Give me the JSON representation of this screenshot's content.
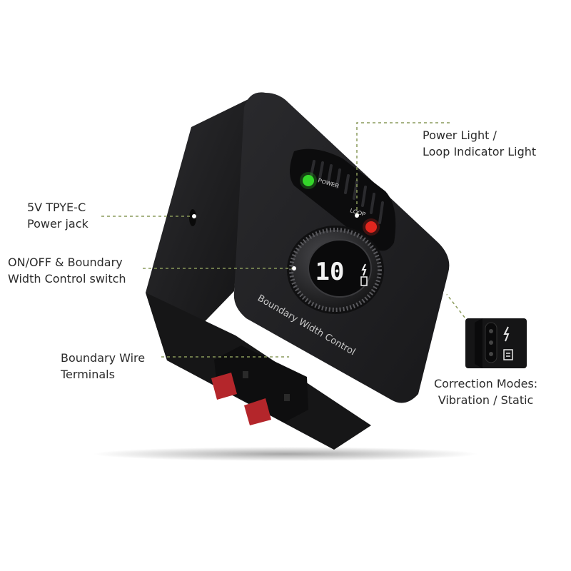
{
  "callouts": {
    "power_jack": {
      "line1": "5V  TPYE-C",
      "line2": "Power jack"
    },
    "switch": {
      "line1": "ON/OFF & Boundary",
      "line2": "Width Control switch"
    },
    "terminals": {
      "line1": "Boundary Wire",
      "line2": "Terminals"
    },
    "indicator": {
      "line1": "Power Light /",
      "line2": "Loop Indicator Light"
    },
    "modes": {
      "line1": "Correction Modes:",
      "line2": "Vibration / Static"
    }
  },
  "device": {
    "panel_text": "Boundary Width Control",
    "power_label": "POWER",
    "loop_label": "LOOP",
    "display_value": "10"
  },
  "colors": {
    "body": "#1c1c1e",
    "face": "#232325",
    "leader_line": "#8a9a5b",
    "power_led": "#35d62a",
    "loop_led": "#e0261e",
    "terminal": "#b4262b"
  },
  "icons": [
    "lightning-icon",
    "battery-icon",
    "vibration-icon"
  ]
}
